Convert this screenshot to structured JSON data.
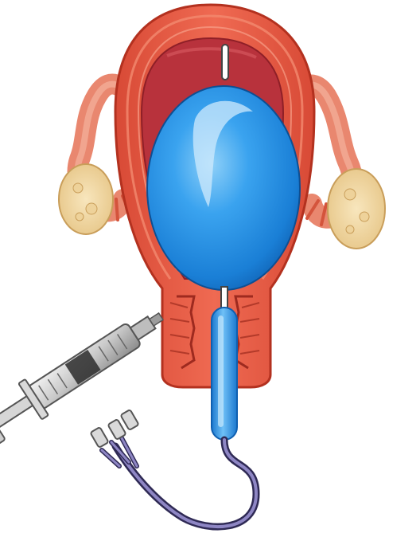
{
  "figure": {
    "labels": [],
    "colors": {
      "background": "#ffffff",
      "uterine_wall": "#e0533f",
      "uterine_wall_dark": "#c93a2a",
      "uterine_cavity": "#b8323c",
      "fallopian_tube": "#e9876f",
      "ovary": "#f2d9a4",
      "balloon": "#1e8fe0",
      "balloon_highlight": "#7cc6f5",
      "catheter": "#3aa6ee",
      "syringe_barrel": "#d9d9d9",
      "syringe_plunger": "#333333",
      "tubing": "#5a4f8f"
    },
    "icons": [
      "uterus",
      "fallopian-tube",
      "ovary",
      "balloon-catheter",
      "syringe",
      "tubing"
    ]
  }
}
